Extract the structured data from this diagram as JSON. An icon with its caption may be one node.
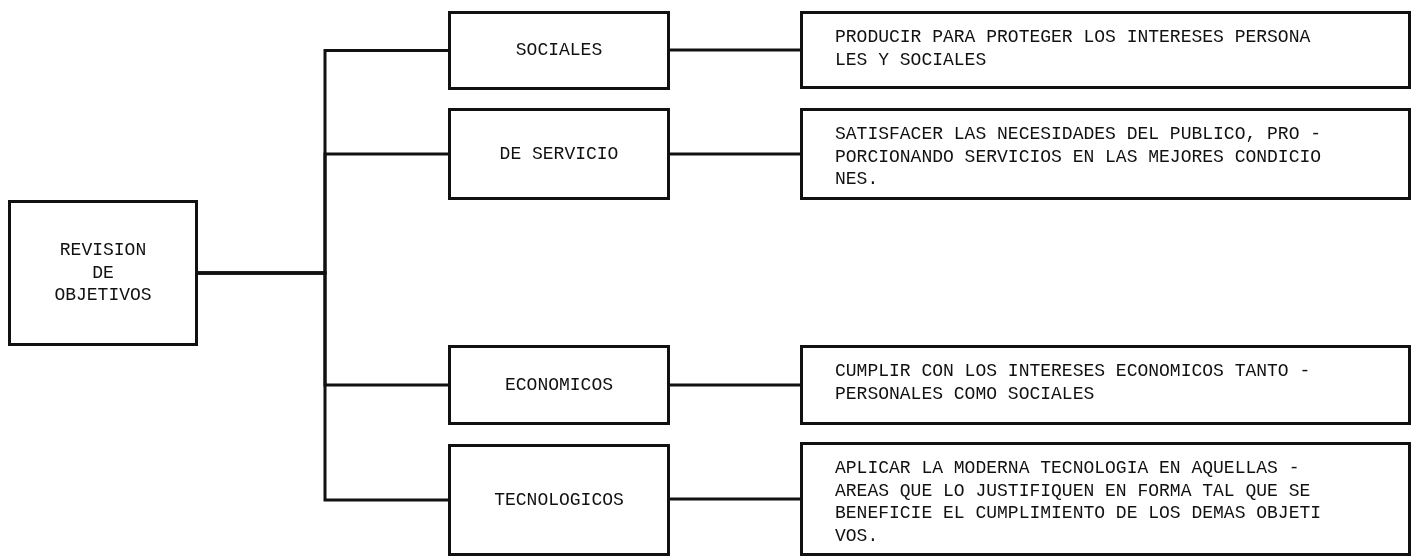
{
  "diagram": {
    "nodes": [
      {
        "text": [
          "REVISION DE OBJETIVOS"
        ]
      },
      {
        "text": [
          "SOCIALES"
        ]
      },
      {
        "text": [
          "DE SERVICIO"
        ]
      },
      {
        "text": [
          "ECONOMICOS"
        ]
      },
      {
        "text": [
          "TECNOLOGICOS"
        ]
      },
      {
        "text": [
          "PRODUCIR PARA PROTEGER LOS INTERESES PERSONA LES Y SOCIALES"
        ]
      },
      {
        "text": [
          "SATISFACER LAS NECESIDADES DEL PUBLICO, PRO - PORCIONANDO SERVICIOS EN LAS MEJORES CONDICIO NES."
        ]
      },
      {
        "text": [
          "CUMPLIR CON LOS INTERESES ECONOMICOS TANTO - PERSONALES COMO SOCIALES"
        ]
      },
      {
        "text": [
          "APLICAR LA MODERNA TECNOLOGIA EN AQUELLAS - AREAS QUE LO JUSTIFIQUEN EN FORMA TAL QUE SE BENEFICIE EL CUMPLIMIENTO DE LOS DEMAS OBJETI VOS."
        ]
      }
    ],
    "edges": [
      {
        "from": 0,
        "to": 1,
        "arrow": "none"
      },
      {
        "from": 0,
        "to": 2,
        "arrow": "none"
      },
      {
        "from": 0,
        "to": 3,
        "arrow": "none"
      },
      {
        "from": 0,
        "to": 4,
        "arrow": "none"
      },
      {
        "from": 1,
        "to": 5,
        "arrow": "none"
      },
      {
        "from": 2,
        "to": 6,
        "arrow": "none"
      },
      {
        "from": 3,
        "to": 7,
        "arrow": "none"
      },
      {
        "from": 4,
        "to": 8,
        "arrow": "none"
      }
    ]
  }
}
